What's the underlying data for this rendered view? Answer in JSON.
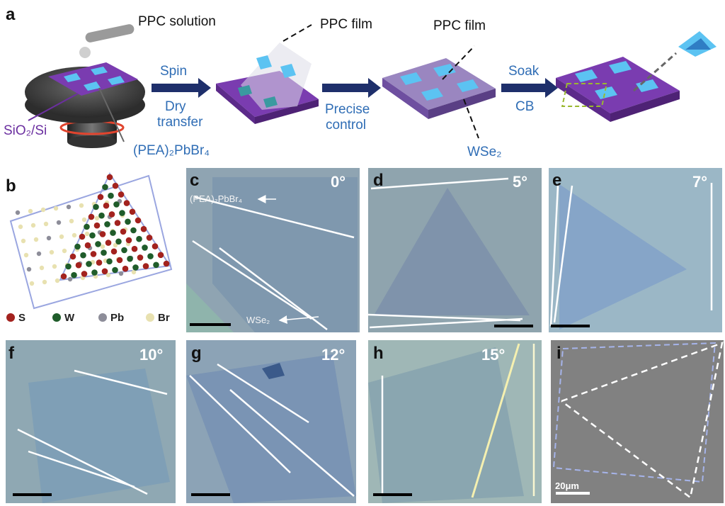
{
  "panel_letters": {
    "a": "a",
    "b": "b",
    "c": "c",
    "d": "d",
    "e": "e",
    "f": "f",
    "g": "g",
    "h": "h",
    "i": "i"
  },
  "labels": {
    "ppc_solution": "PPC solution",
    "ppc_film_1": "PPC film",
    "ppc_film_2": "PPC film",
    "spin": "Spin",
    "dry": "Dry",
    "transfer": "transfer",
    "precise": "Precise",
    "control": "control",
    "soak": "Soak",
    "cb": "CB",
    "sio2_si": "SiO₂/Si",
    "pea_pbbr4": "(PEA)₂PbBr₄",
    "wse2_a": "WSe₂",
    "pea_small": "(PEA)₂PbBr₄",
    "wse2_small": "WSe₂",
    "scale": "20μm"
  },
  "legend": [
    "S",
    "W",
    "Pb",
    "Br"
  ],
  "legend_colors": [
    "#a3221e",
    "#1f5c2a",
    "#8d8d99",
    "#e8e1b0"
  ],
  "angles": {
    "c": "0°",
    "d": "5°",
    "e": "7°",
    "f": "10°",
    "g": "12°",
    "h": "15°"
  },
  "colors": {
    "arrow": "#1e2f6b",
    "label_blue": "#2f6db5",
    "label_purple": "#6b2fa0",
    "substrate": "#7a3cb0",
    "flake": "#5cc3f2"
  }
}
